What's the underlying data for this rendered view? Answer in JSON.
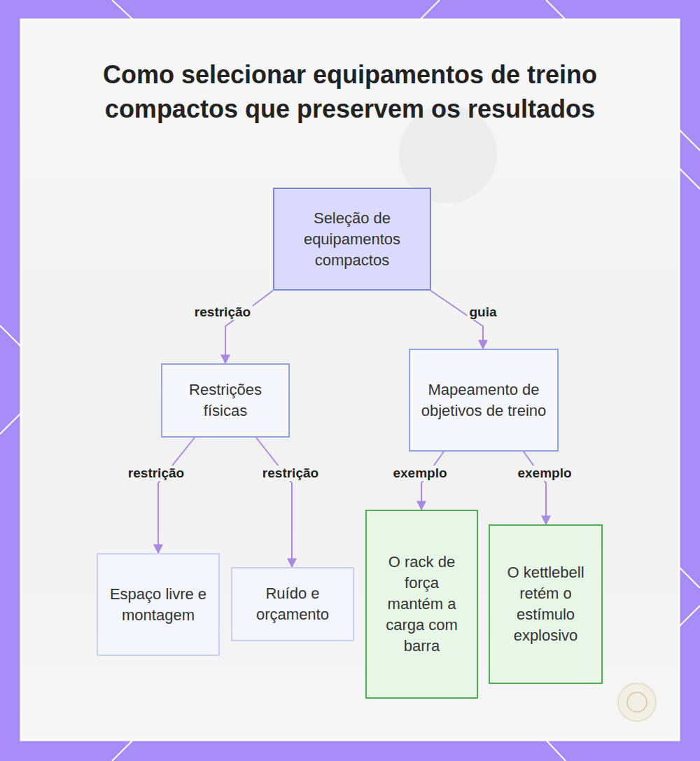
{
  "diagram": {
    "title": "Como selecionar equipamentos de treino compactos que preservem os resultados",
    "nodes": [
      {
        "text": [
          "Seleção de equipamentos compactos"
        ]
      },
      {
        "text": [
          "Restrições físicas"
        ]
      },
      {
        "text": [
          "Mapeamento de objetivos de treino"
        ]
      },
      {
        "text": [
          "Espaço livre e montagem"
        ]
      },
      {
        "text": [
          "Ruído e orçamento"
        ]
      },
      {
        "text": [
          "O rack de força mantém a carga com barra"
        ]
      },
      {
        "text": [
          "O kettlebell retém o estímulo explosivo"
        ]
      }
    ],
    "edges": [
      {
        "from": 0,
        "to": 1,
        "label": "restrição",
        "arrow": "to"
      },
      {
        "from": 0,
        "to": 2,
        "label": "guia",
        "arrow": "to"
      },
      {
        "from": 1,
        "to": 3,
        "label": "restrição",
        "arrow": "to"
      },
      {
        "from": 1,
        "to": 4,
        "label": "restrição",
        "arrow": "to"
      },
      {
        "from": 2,
        "to": 5,
        "label": "exemplo",
        "arrow": "to"
      },
      {
        "from": 2,
        "to": 6,
        "label": "exemplo",
        "arrow": "to"
      }
    ]
  }
}
